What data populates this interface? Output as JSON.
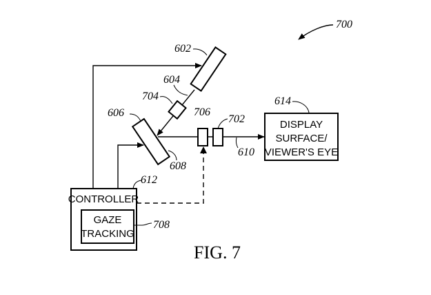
{
  "figure": {
    "title": "FIG. 7",
    "reference": "700"
  },
  "components": {
    "mirror_top": {
      "ref": "602"
    },
    "optic_path_label": {
      "ref": "604"
    },
    "mirror_mid": {
      "ref": "606"
    },
    "mirror_mid_edge": {
      "ref": "608"
    },
    "beam_path": {
      "ref": "610"
    },
    "controller": {
      "ref": "612",
      "label": "CONTROLLER"
    },
    "display": {
      "ref": "614",
      "line1": "DISPLAY",
      "line2": "SURFACE/",
      "line3": "VIEWER'S EYE"
    },
    "lens_702": {
      "ref": "702"
    },
    "element_704": {
      "ref": "704"
    },
    "element_706": {
      "ref": "706"
    },
    "gaze_tracking": {
      "ref": "708",
      "line1": "GAZE",
      "line2": "TRACKING"
    }
  }
}
